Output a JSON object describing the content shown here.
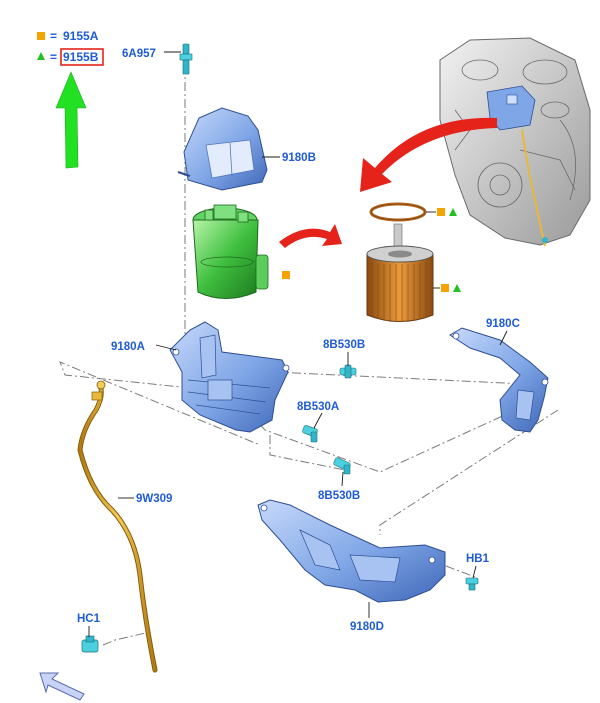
{
  "legend": {
    "square_symbol_color": "#f5a300",
    "triangle_symbol_color": "#22c022",
    "square_part": "9155A",
    "triangle_part": "9155B",
    "equals": "="
  },
  "callouts": {
    "sensor_top": "6A957",
    "cover": "9180B",
    "bracket_main": "9180A",
    "bracket_right": "9180C",
    "bracket_bottom": "9180D",
    "connector_upper": "8B530B",
    "connector_middle": "8B530A",
    "connector_lower": "8B530B",
    "tube": "9W309",
    "clip_left": "HC1",
    "bolt_right": "HB1"
  },
  "colors": {
    "callout_text": "#1e5bd6",
    "part_blue": "#7fa6e6",
    "filter_green": "#3fbf3f",
    "filter_orange": "#e08a2a",
    "tube_yellow": "#e8b83a",
    "arrow_red": "#e5231b",
    "arrow_green": "#22e022",
    "highlight_box": "#e5231b"
  }
}
